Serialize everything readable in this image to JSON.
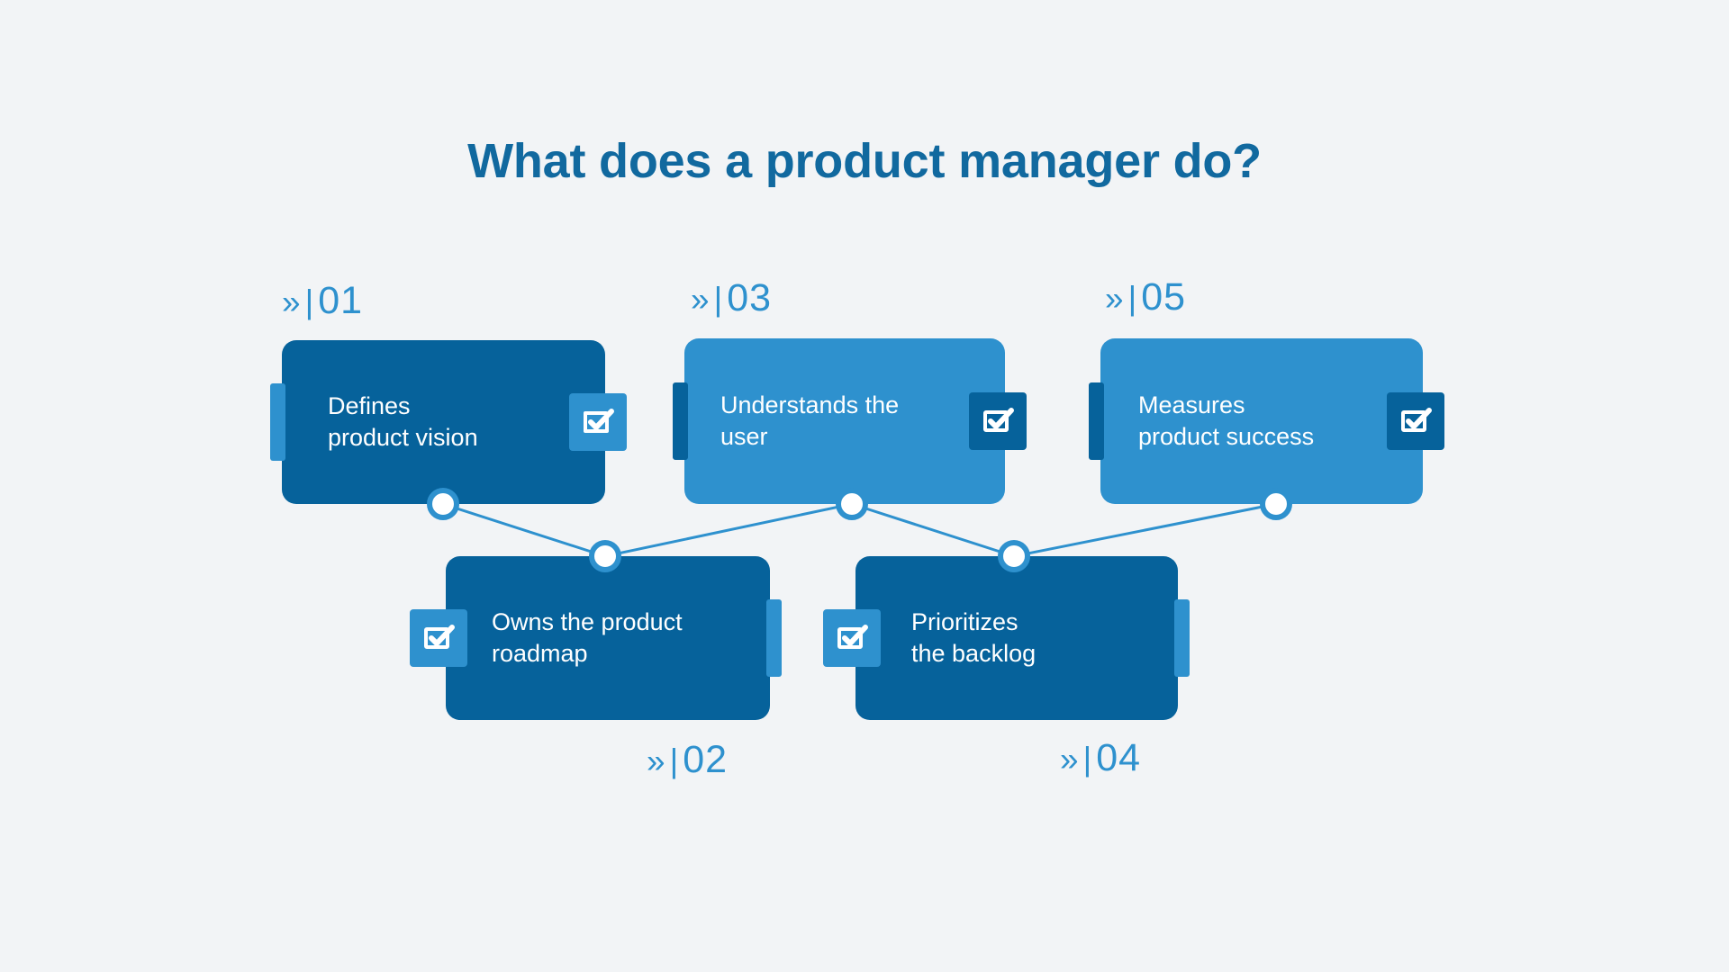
{
  "title": "What does a product manager do?",
  "palette": {
    "background": "#f2f4f6",
    "dark_blue": "#06629b",
    "light_blue": "#2e91ce",
    "title_blue": "#11699f",
    "white": "#ffffff"
  },
  "label_prefix": "»",
  "label_separator": "|",
  "steps": [
    {
      "number": "01",
      "text": "Defines\nproduct vision",
      "icon": "checkbox-checked-icon",
      "card_style": "dark",
      "accent_style": "light",
      "icon_side": "right",
      "tab_side": "left",
      "label_position": "above"
    },
    {
      "number": "02",
      "text": "Owns the product\nroadmap",
      "icon": "checkbox-checked-icon",
      "card_style": "dark",
      "accent_style": "light",
      "icon_side": "left",
      "tab_side": "right",
      "label_position": "below"
    },
    {
      "number": "03",
      "text": "Understands the\nuser",
      "icon": "checkbox-checked-icon",
      "card_style": "light",
      "accent_style": "dark",
      "icon_side": "right",
      "tab_side": "left",
      "label_position": "above"
    },
    {
      "number": "04",
      "text": "Prioritizes\nthe backlog",
      "icon": "checkbox-checked-icon",
      "card_style": "dark",
      "accent_style": "light",
      "icon_side": "left",
      "tab_side": "right",
      "label_position": "below"
    },
    {
      "number": "05",
      "text": "Measures\nproduct success",
      "icon": "checkbox-checked-icon",
      "card_style": "light",
      "accent_style": "dark",
      "icon_side": "right",
      "tab_side": "left",
      "label_position": "above"
    }
  ]
}
